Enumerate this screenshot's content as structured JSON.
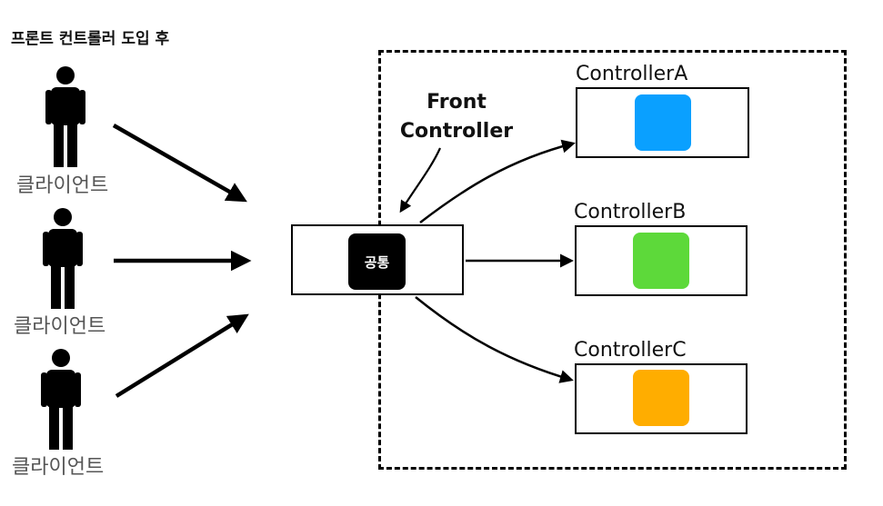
{
  "title": "프론트 컨트롤러 도입 후",
  "clients": [
    {
      "label": "클라이언트"
    },
    {
      "label": "클라이언트"
    },
    {
      "label": "클라이언트"
    }
  ],
  "front_controller": {
    "label_line1": "Front",
    "label_line2": "Controller",
    "common_label": "공통"
  },
  "controllers": [
    {
      "label": "ControllerA",
      "color": "#0aa0ff"
    },
    {
      "label": "ControllerB",
      "color": "#5dd93a"
    },
    {
      "label": "ControllerC",
      "color": "#ffad00"
    }
  ]
}
